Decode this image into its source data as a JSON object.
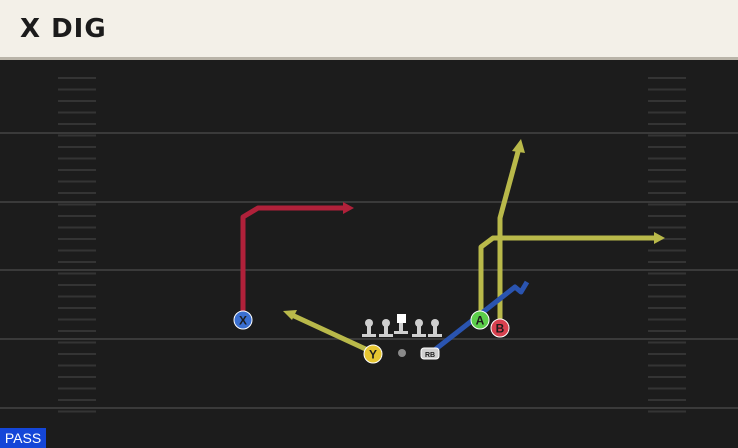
{
  "play": {
    "name": "X DIG",
    "type_badge": "PASS"
  },
  "players": {
    "x": {
      "label": "X",
      "color": "#3a6fd0"
    },
    "y": {
      "label": "Y",
      "color": "#e6c531"
    },
    "a": {
      "label": "A",
      "color": "#5ccd4a"
    },
    "b": {
      "label": "B",
      "color": "#d8414f"
    },
    "rb": {
      "label": "RB",
      "color": "#cfcfcf"
    }
  },
  "routes": {
    "x_color": "#b0213a",
    "y_color": "#b9b94a",
    "a_color": "#b9b94a",
    "b_color": "#b9b94a",
    "rb_color": "#2a54b0"
  }
}
